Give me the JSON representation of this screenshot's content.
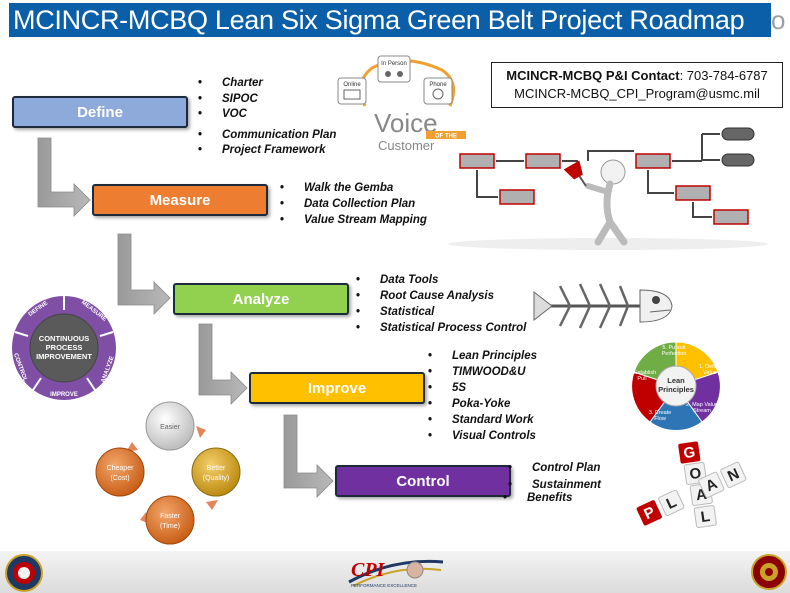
{
  "title": "MCINCR-MCBQ Lean Six Sigma Green Belt Project Roadmap",
  "title_overflow": "o",
  "contact": {
    "label": "MCINCR-MCBQ P&I Contact",
    "phone": ": 703-784-6787",
    "email": "MCINCR-MCBQ_CPI_Program@usmc.mil"
  },
  "phases": [
    {
      "name": "Define",
      "color": "#8eaadb",
      "items": [
        "Charter",
        "SIPOC",
        "VOC",
        "Communication Plan",
        "Project Framework"
      ]
    },
    {
      "name": "Measure",
      "color": "#ed7d31",
      "items": [
        "Walk the Gemba",
        "Data Collection Plan",
        "Value Stream Mapping"
      ]
    },
    {
      "name": "Analyze",
      "color": "#92d050",
      "items": [
        "Data Tools",
        "Root Cause Analysis",
        "Statistical",
        "Statistical Process Control"
      ]
    },
    {
      "name": "Improve",
      "color": "#ffc000",
      "items": [
        "Lean Principles",
        "TIMWOOD&U",
        "5S",
        "Poka-Yoke",
        "Standard Work",
        "Visual Controls"
      ]
    },
    {
      "name": "Control",
      "color": "#7030a0",
      "items": [
        "Control Plan",
        "Sustainment",
        "Benefits"
      ]
    }
  ],
  "voc": {
    "word_voice": "Voice",
    "word_of_the": "OF THE",
    "word_customer": "Customer",
    "channels": [
      "In Person",
      "Online",
      "Phone"
    ]
  },
  "cpi_wheel": {
    "center": [
      "CONTINUOUS",
      "PROCESS",
      "IMPROVEMENT"
    ],
    "segments": [
      "DEFINE",
      "MEASURE",
      "ANALYZE",
      "IMPROVE",
      "CONTROL"
    ]
  },
  "cycle": {
    "nodes": [
      {
        "line1": "Easier",
        "line2": ""
      },
      {
        "line1": "Better",
        "line2": "(Quality)"
      },
      {
        "line1": "Faster",
        "line2": "(Time)"
      },
      {
        "line1": "Cheaper",
        "line2": "(Cost)"
      }
    ]
  },
  "lean": {
    "center": [
      "Lean",
      "Principles"
    ],
    "steps": [
      {
        "line1": "5. Pursuit",
        "line2": "Perfection"
      },
      {
        "line1": "1. Define",
        "line2": "Value"
      },
      {
        "line1": "2. Map Value",
        "line2": "Stream"
      },
      {
        "line1": "3. Create",
        "line2": "Flow"
      },
      {
        "line1": "4. Establish",
        "line2": "Pull"
      }
    ]
  },
  "goal_plan": {
    "goal": [
      "G",
      "O",
      "A",
      "L"
    ],
    "plan": [
      "P",
      "L",
      "A",
      "N"
    ]
  },
  "footer": {
    "cpi_logo": "CPI",
    "cpi_sub": "PERFORMANCE EXCELLENCE"
  }
}
